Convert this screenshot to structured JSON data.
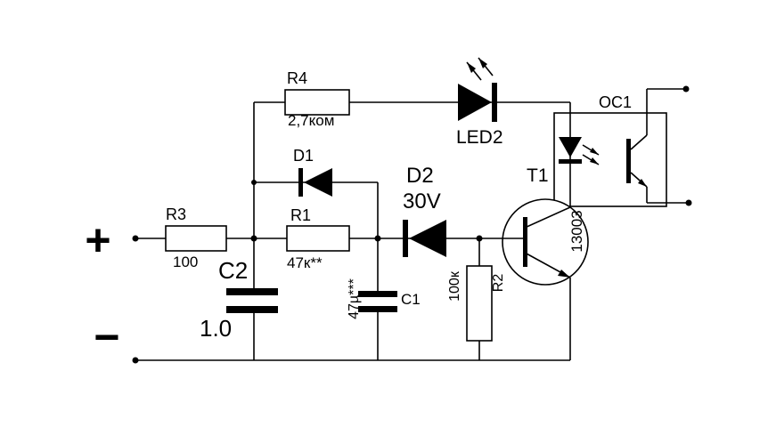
{
  "canvas": {
    "background": "#ffffff",
    "wire_color": "#000000"
  },
  "terminals": {
    "positive": "+",
    "negative": "−"
  },
  "labels": {
    "r3_name": "R3",
    "r3_value": "100",
    "c2_name": "C2",
    "c2_value": "1.0",
    "r4_name": "R4",
    "r4_value": "2,7ком",
    "d1_name": "D1",
    "r1_name": "R1",
    "r1_value": "47к**",
    "c1_name": "C1",
    "c1_value": "47µ***",
    "d2_name": "D2",
    "d2_value": "30V",
    "r2_name": "R2",
    "r2_value": "100к",
    "led2_name": "LED2",
    "t1_name": "T1",
    "t1_value": "13003",
    "oc1_name": "OC1"
  }
}
